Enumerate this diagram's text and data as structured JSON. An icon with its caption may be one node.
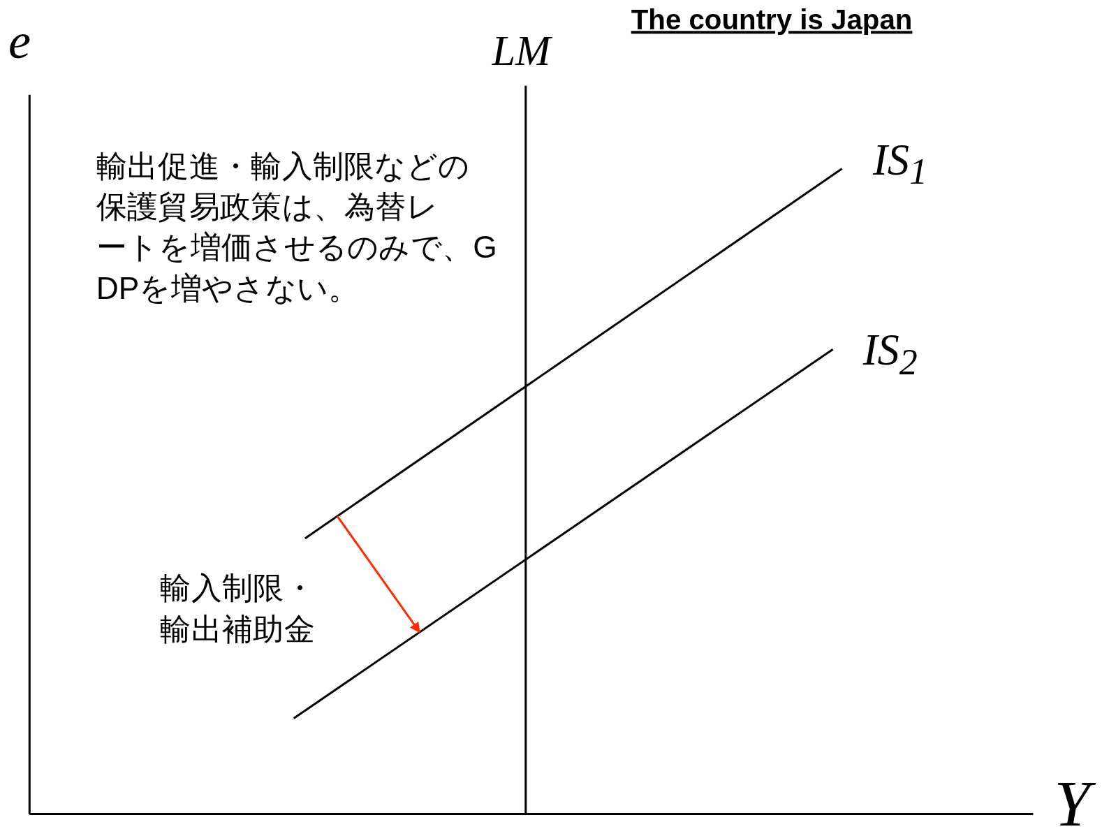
{
  "diagram": {
    "title": "The country is Japan",
    "nodes": [
      {
        "text": [],
        "shape": "line",
        "beside": [
          "IS$_{1}$"
        ]
      },
      {
        "text": [],
        "shape": "line",
        "beside": [
          "IS$_{2}$"
        ]
      }
    ],
    "edges": [
      {
        "from": 0,
        "to": 1,
        "arrow": "to",
        "color": "#ff2a00",
        "label": "輸入制限・輸出補助金"
      }
    ],
    "labels": [
      "e",
      "LM",
      "輸出促進・輸入制限などの保護貿易政策は、為替レートを増価させるのみで、GDPを増やさない。",
      "Y"
    ]
  }
}
